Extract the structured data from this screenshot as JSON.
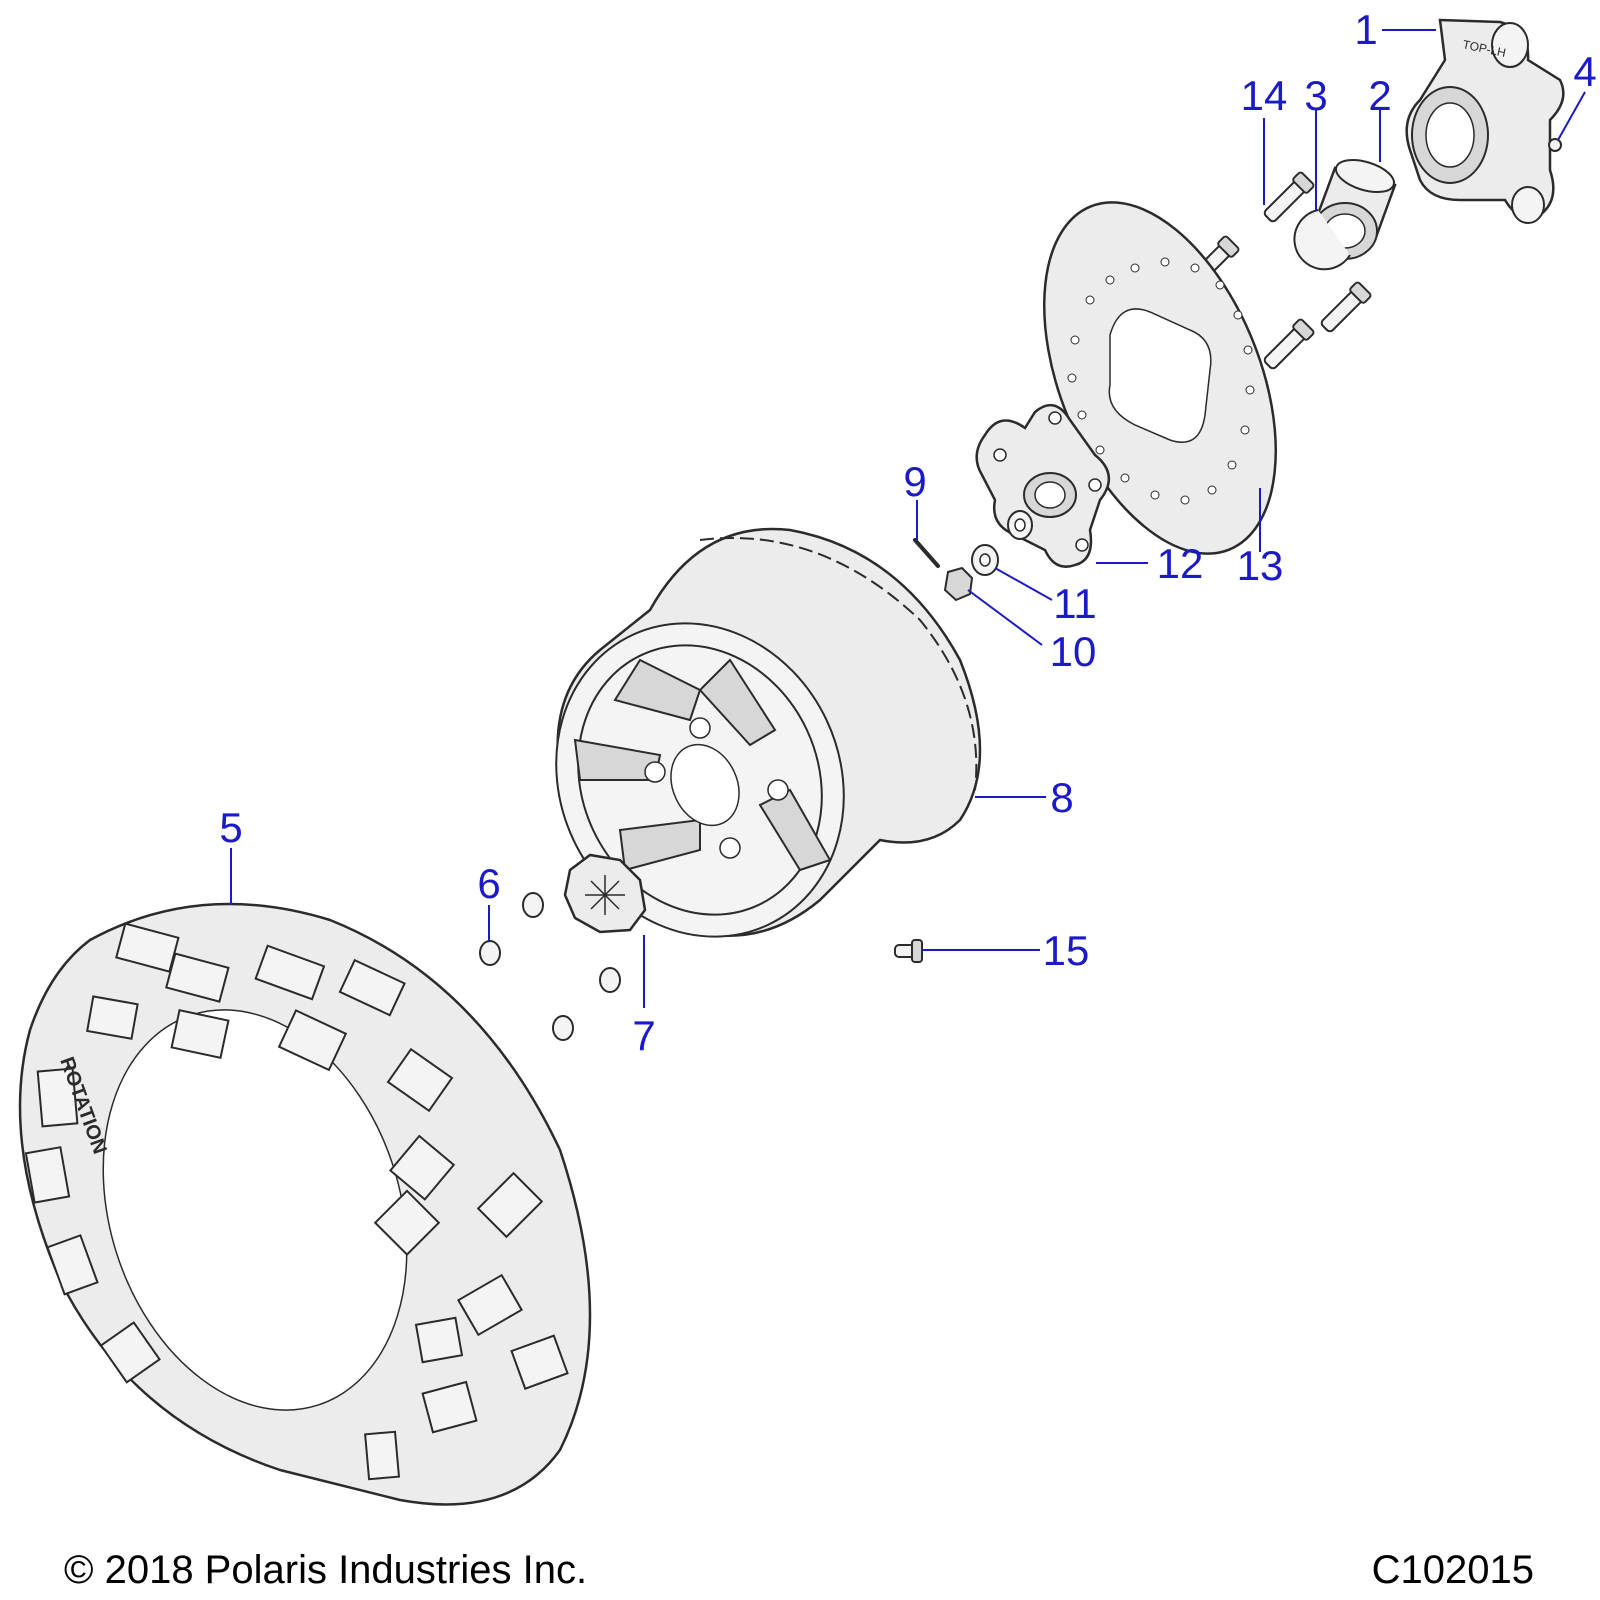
{
  "callouts": [
    {
      "id": "1",
      "label": "1"
    },
    {
      "id": "2",
      "label": "2"
    },
    {
      "id": "3",
      "label": "3"
    },
    {
      "id": "4",
      "label": "4"
    },
    {
      "id": "5",
      "label": "5"
    },
    {
      "id": "6",
      "label": "6"
    },
    {
      "id": "7",
      "label": "7"
    },
    {
      "id": "8",
      "label": "8"
    },
    {
      "id": "9",
      "label": "9"
    },
    {
      "id": "10",
      "label": "10"
    },
    {
      "id": "11",
      "label": "11"
    },
    {
      "id": "12",
      "label": "12"
    },
    {
      "id": "13",
      "label": "13"
    },
    {
      "id": "14",
      "label": "14"
    },
    {
      "id": "15",
      "label": "15"
    }
  ],
  "tire_text": "ROTATION",
  "knuckle_text": "TOP-LH",
  "footer": {
    "copyright": "© 2018 Polaris Industries Inc.",
    "drawing_id": "C102015"
  },
  "colors": {
    "callout": "#1a1ac8",
    "outline": "#2b2b2b",
    "fill": "#ececec"
  }
}
